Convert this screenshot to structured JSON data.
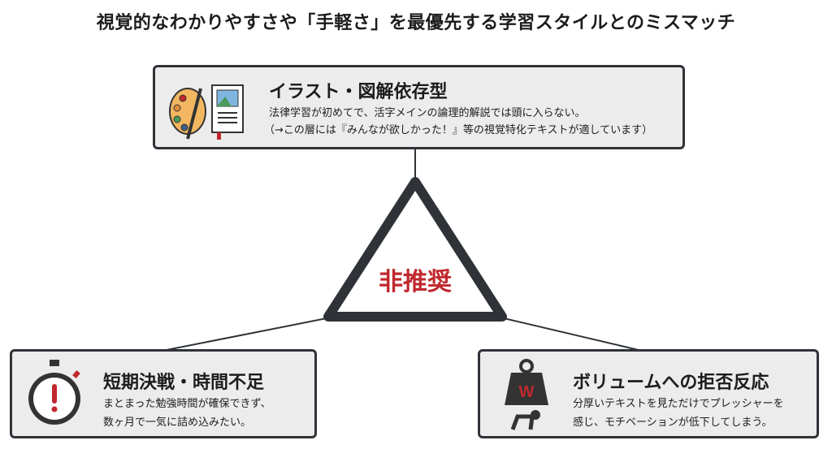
{
  "title": "視覚的なわかりやすさや「手軽さ」を最優先する学習スタイルとのミスマッチ",
  "center_label": "非推奨",
  "colors": {
    "accent": "#c0282d",
    "border": "#2f3338",
    "box_bg": "#ececec"
  },
  "boxes": {
    "top": {
      "heading": "イラスト・図解依存型",
      "line1": "法律学習が初めてで、活字メインの論理的解説では頭に入らない。",
      "line2": "（→この層には『みんなが欲しかった！』等の視覚特化テキストが適しています）",
      "icon": "palette-and-book-icon"
    },
    "left": {
      "heading": "短期決戦・時間不足",
      "line1": "まとまった勉強時間が確保できず、",
      "line2": "数ヶ月で一気に詰め込みたい。",
      "icon": "stopwatch-icon"
    },
    "right": {
      "heading": "ボリュームへの拒否反応",
      "line1": "分厚いテキストを見ただけでプレッシャーを",
      "line2": "感じ、モチベーションが低下してしまう。",
      "icon": "heavy-weight-icon",
      "weight_letter": "W"
    }
  }
}
